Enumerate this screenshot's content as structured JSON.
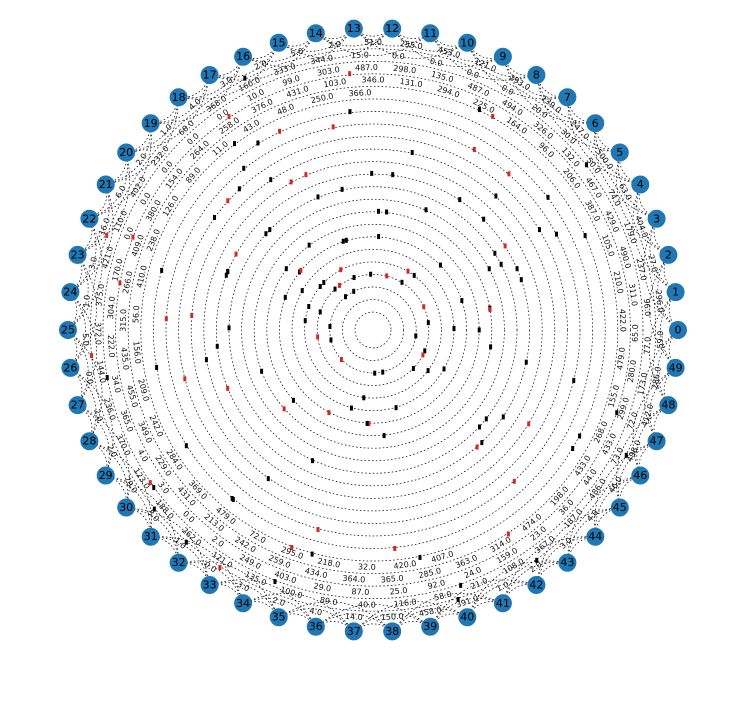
{
  "diagram": {
    "type": "graph",
    "layout": "circular",
    "node_color": "#1f77b4",
    "edge_color": "#000000",
    "arrow_colors": [
      "#000000",
      "#d62728"
    ],
    "node_labels": [
      "0",
      "1",
      "2",
      "3",
      "4",
      "5",
      "6",
      "7",
      "8",
      "9",
      "10",
      "11",
      "12",
      "13",
      "14",
      "15",
      "16",
      "17",
      "18",
      "19",
      "20",
      "21",
      "22",
      "23",
      "24",
      "25",
      "26",
      "27",
      "28",
      "29",
      "30",
      "31",
      "32",
      "33",
      "34",
      "35",
      "36",
      "37",
      "38",
      "39",
      "40",
      "41",
      "42",
      "43",
      "44",
      "45",
      "46",
      "47",
      "48",
      "49"
    ],
    "edge_weights": [
      "51.0",
      "2.0",
      "5.0",
      "2.0",
      "3.0",
      "4.0",
      "1.0",
      "2.0",
      "6.0",
      "16.0",
      "3.0",
      "1.0",
      "5.0",
      "0.0",
      "2.0",
      "2.0",
      "79.0",
      "5.0",
      "1.0",
      "0.0",
      "3.0",
      "2.0",
      "4.0",
      "14.0",
      "150.0",
      "458.0",
      "391.0",
      "1.0",
      "2.0",
      "3.0",
      "4.0",
      "46.0",
      "498.0",
      "412.0",
      "286.0",
      "59.0",
      "296.0",
      "27.0",
      "404.0",
      "63.0",
      "500.0",
      "247.0",
      "139.0",
      "293.0",
      "121.0",
      "453.0",
      "255.0",
      "15.0",
      "344.0",
      "333.0",
      "160.0",
      "368.0",
      "68.0",
      "232.0",
      "402.0",
      "110.0",
      "421.0",
      "375.0",
      "372.0",
      "144.0",
      "236.0",
      "370.0",
      "123.0",
      "188.0",
      "262.0",
      "121.0",
      "135.0",
      "100.0",
      "89.0",
      "40.0",
      "116.0",
      "58.0",
      "21.0",
      "108.0",
      "367.0",
      "187.0",
      "486.0",
      "73.0",
      "72.0",
      "173.0",
      "77.0",
      "96.0",
      "237.0",
      "179.0",
      "74.0",
      "50.0",
      "30.0",
      "20.0",
      "0.0",
      "0.0",
      "0.0",
      "0.0",
      "487.0",
      "303.0",
      "99.0",
      "10.0",
      "0.0",
      "0.0",
      "0.0",
      "0.0",
      "0.0",
      "170.0",
      "304.0",
      "222.0",
      "34.0",
      "365.0",
      "4.0",
      "3.0",
      "0.0",
      "2.0",
      "249.0",
      "403.0",
      "29.0",
      "87.0",
      "25.0",
      "92.0",
      "24.0",
      "159.0",
      "23.0",
      "36.0",
      "44.0",
      "433.0",
      "299.0",
      "280.0",
      "65.0",
      "311.0",
      "490.0",
      "429.0",
      "467.0",
      "132.0",
      "326.0",
      "494.0",
      "487.0",
      "135.0",
      "298.0",
      "346.0",
      "103.0",
      "431.0",
      "376.0",
      "258.0",
      "264.0",
      "154.0",
      "380.0",
      "409.0",
      "266.0",
      "315.0",
      "435.0",
      "455.0",
      "349.0",
      "229.0",
      "431.0",
      "213.0",
      "242.0",
      "259.0",
      "434.0",
      "364.0",
      "365.0",
      "285.0",
      "363.0",
      "314.0",
      "474.0",
      "198.0",
      "433.0",
      "268.0",
      "155.0",
      "479.0",
      "422.0",
      "210.0",
      "105.0",
      "387.0",
      "206.0",
      "96.0",
      "164.0",
      "225.0",
      "294.0",
      "131.0",
      "366.0",
      "250.0",
      "48.0",
      "43.0",
      "11.0",
      "89.0",
      "126.0",
      "238.0",
      "410.0",
      "56.0",
      "156.0",
      "209.0",
      "242.0",
      "284.0",
      "369.0",
      "479.0",
      "72.0",
      "295.0",
      "218.0",
      "32.0",
      "420.0",
      "407.0"
    ]
  }
}
